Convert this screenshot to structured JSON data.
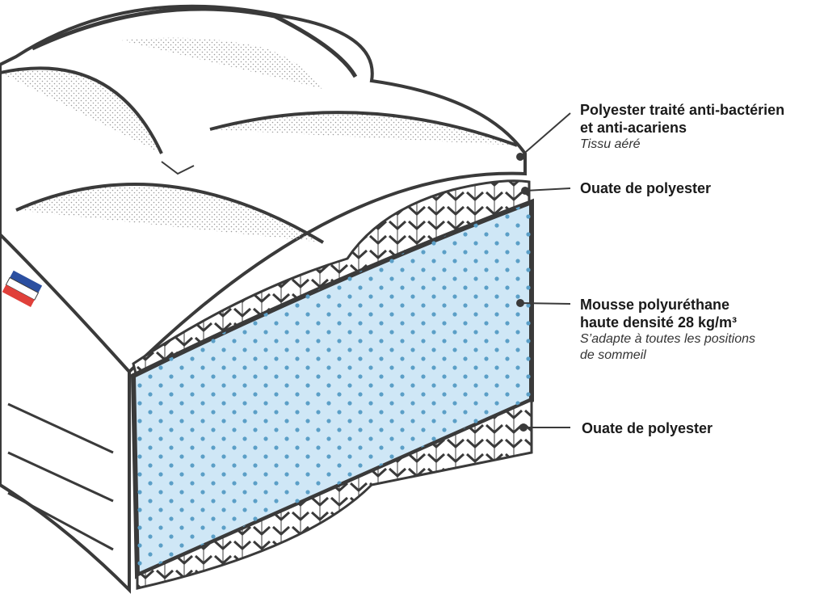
{
  "colors": {
    "ink": "#3a3a3a",
    "foam": "#cfe7f6",
    "foam_dots": "#5b9fc7",
    "flag_blue": "#2b4fa0",
    "flag_red": "#e0403a"
  },
  "labels": [
    {
      "id": "cover",
      "title_line1": "Polyester traité anti-bactérien",
      "title_line2": "et anti-acariens",
      "subtitle_line1": "Tissu aéré",
      "subtitle_line2": ""
    },
    {
      "id": "wadding-top",
      "title_line1": "Ouate de polyester",
      "title_line2": "",
      "subtitle_line1": "",
      "subtitle_line2": ""
    },
    {
      "id": "foam",
      "title_line1": "Mousse polyuréthane",
      "title_line2": "haute densité  28 kg/m³",
      "subtitle_line1": "S’adapte à toutes les positions",
      "subtitle_line2": "de sommeil"
    },
    {
      "id": "wadding-bottom",
      "title_line1": "Ouate de polyester",
      "title_line2": "",
      "subtitle_line1": "",
      "subtitle_line2": ""
    }
  ]
}
